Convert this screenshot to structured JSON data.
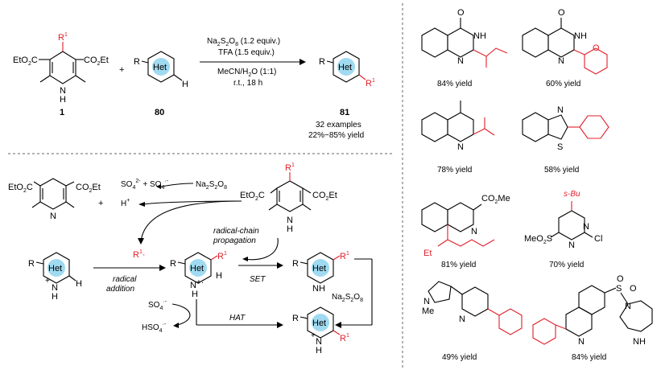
{
  "labels": {
    "r": "R",
    "r1": "R",
    "sup1": "1",
    "het": "Het",
    "h": "H",
    "nh": "N",
    "plus": "+",
    "ester_left": "EtO",
    "ester_left_sub": "2",
    "ester_left_c": "C",
    "ester_right": "CO",
    "ester_right_sub": "2",
    "ester_right_et": "Et"
  },
  "top_reaction": {
    "reagent_line1_a": "Na",
    "reagent_line1_sub1": "2",
    "reagent_line1_b": "S",
    "reagent_line1_sub2": "2",
    "reagent_line1_c": "O",
    "reagent_line1_sub3": "8",
    "reagent_line1_d": " (1.2 equiv.)",
    "reagent_line2": "TFA (1.5 equiv.)",
    "conditions_line1_a": "MeCN/H",
    "conditions_line1_sub": "2",
    "conditions_line1_b": "O (1:1)",
    "conditions_line2": "r.t., 18 h",
    "compound1": "1",
    "compound80": "80",
    "compound81": "81",
    "examples": "32 examples",
    "yield_range": "22%~85% yield"
  },
  "mechanism": {
    "so4_a": "SO",
    "so4_sub": "4",
    "so4_2minus": "2-",
    "plus_so4": " + SO",
    "so4_radical": "·-",
    "hplus": "H",
    "hplus_sup": "+",
    "na2s2o8": "Na",
    "r1_radical": "R",
    "radical_dot": "·",
    "radical_chain_line1": "radical-chain",
    "radical_chain_line2": "propagation",
    "radical_addition_line1": "radical",
    "radical_addition_line2": "addition",
    "set": "SET",
    "hat": "HAT",
    "so4_rad_label": "SO",
    "hso4_label": "HSO",
    "cation_radical": "+·"
  },
  "products": [
    {
      "yield": "84% yield"
    },
    {
      "yield": "60% yield"
    },
    {
      "yield": "78% yield"
    },
    {
      "yield": "58% yield"
    },
    {
      "yield": "81% yield"
    },
    {
      "yield": "70% yield"
    },
    {
      "yield": "49% yield"
    },
    {
      "yield": "84% yield"
    }
  ],
  "product_atoms": {
    "o": "O",
    "nh": "NH",
    "n": "N",
    "s": "S",
    "me": "Me",
    "et": "Et",
    "co2me": "CO",
    "co2me_sub": "2",
    "co2me_tail": "Me",
    "sbu": "s",
    "sbu_tail": "-Bu",
    "meo2s": "MeO",
    "meo2s_sub": "2",
    "meo2s_tail": "S",
    "cl": "Cl",
    "h": "H"
  },
  "colors": {
    "accent_red": "#e0202a",
    "het_circle": "#8fd3ee"
  }
}
